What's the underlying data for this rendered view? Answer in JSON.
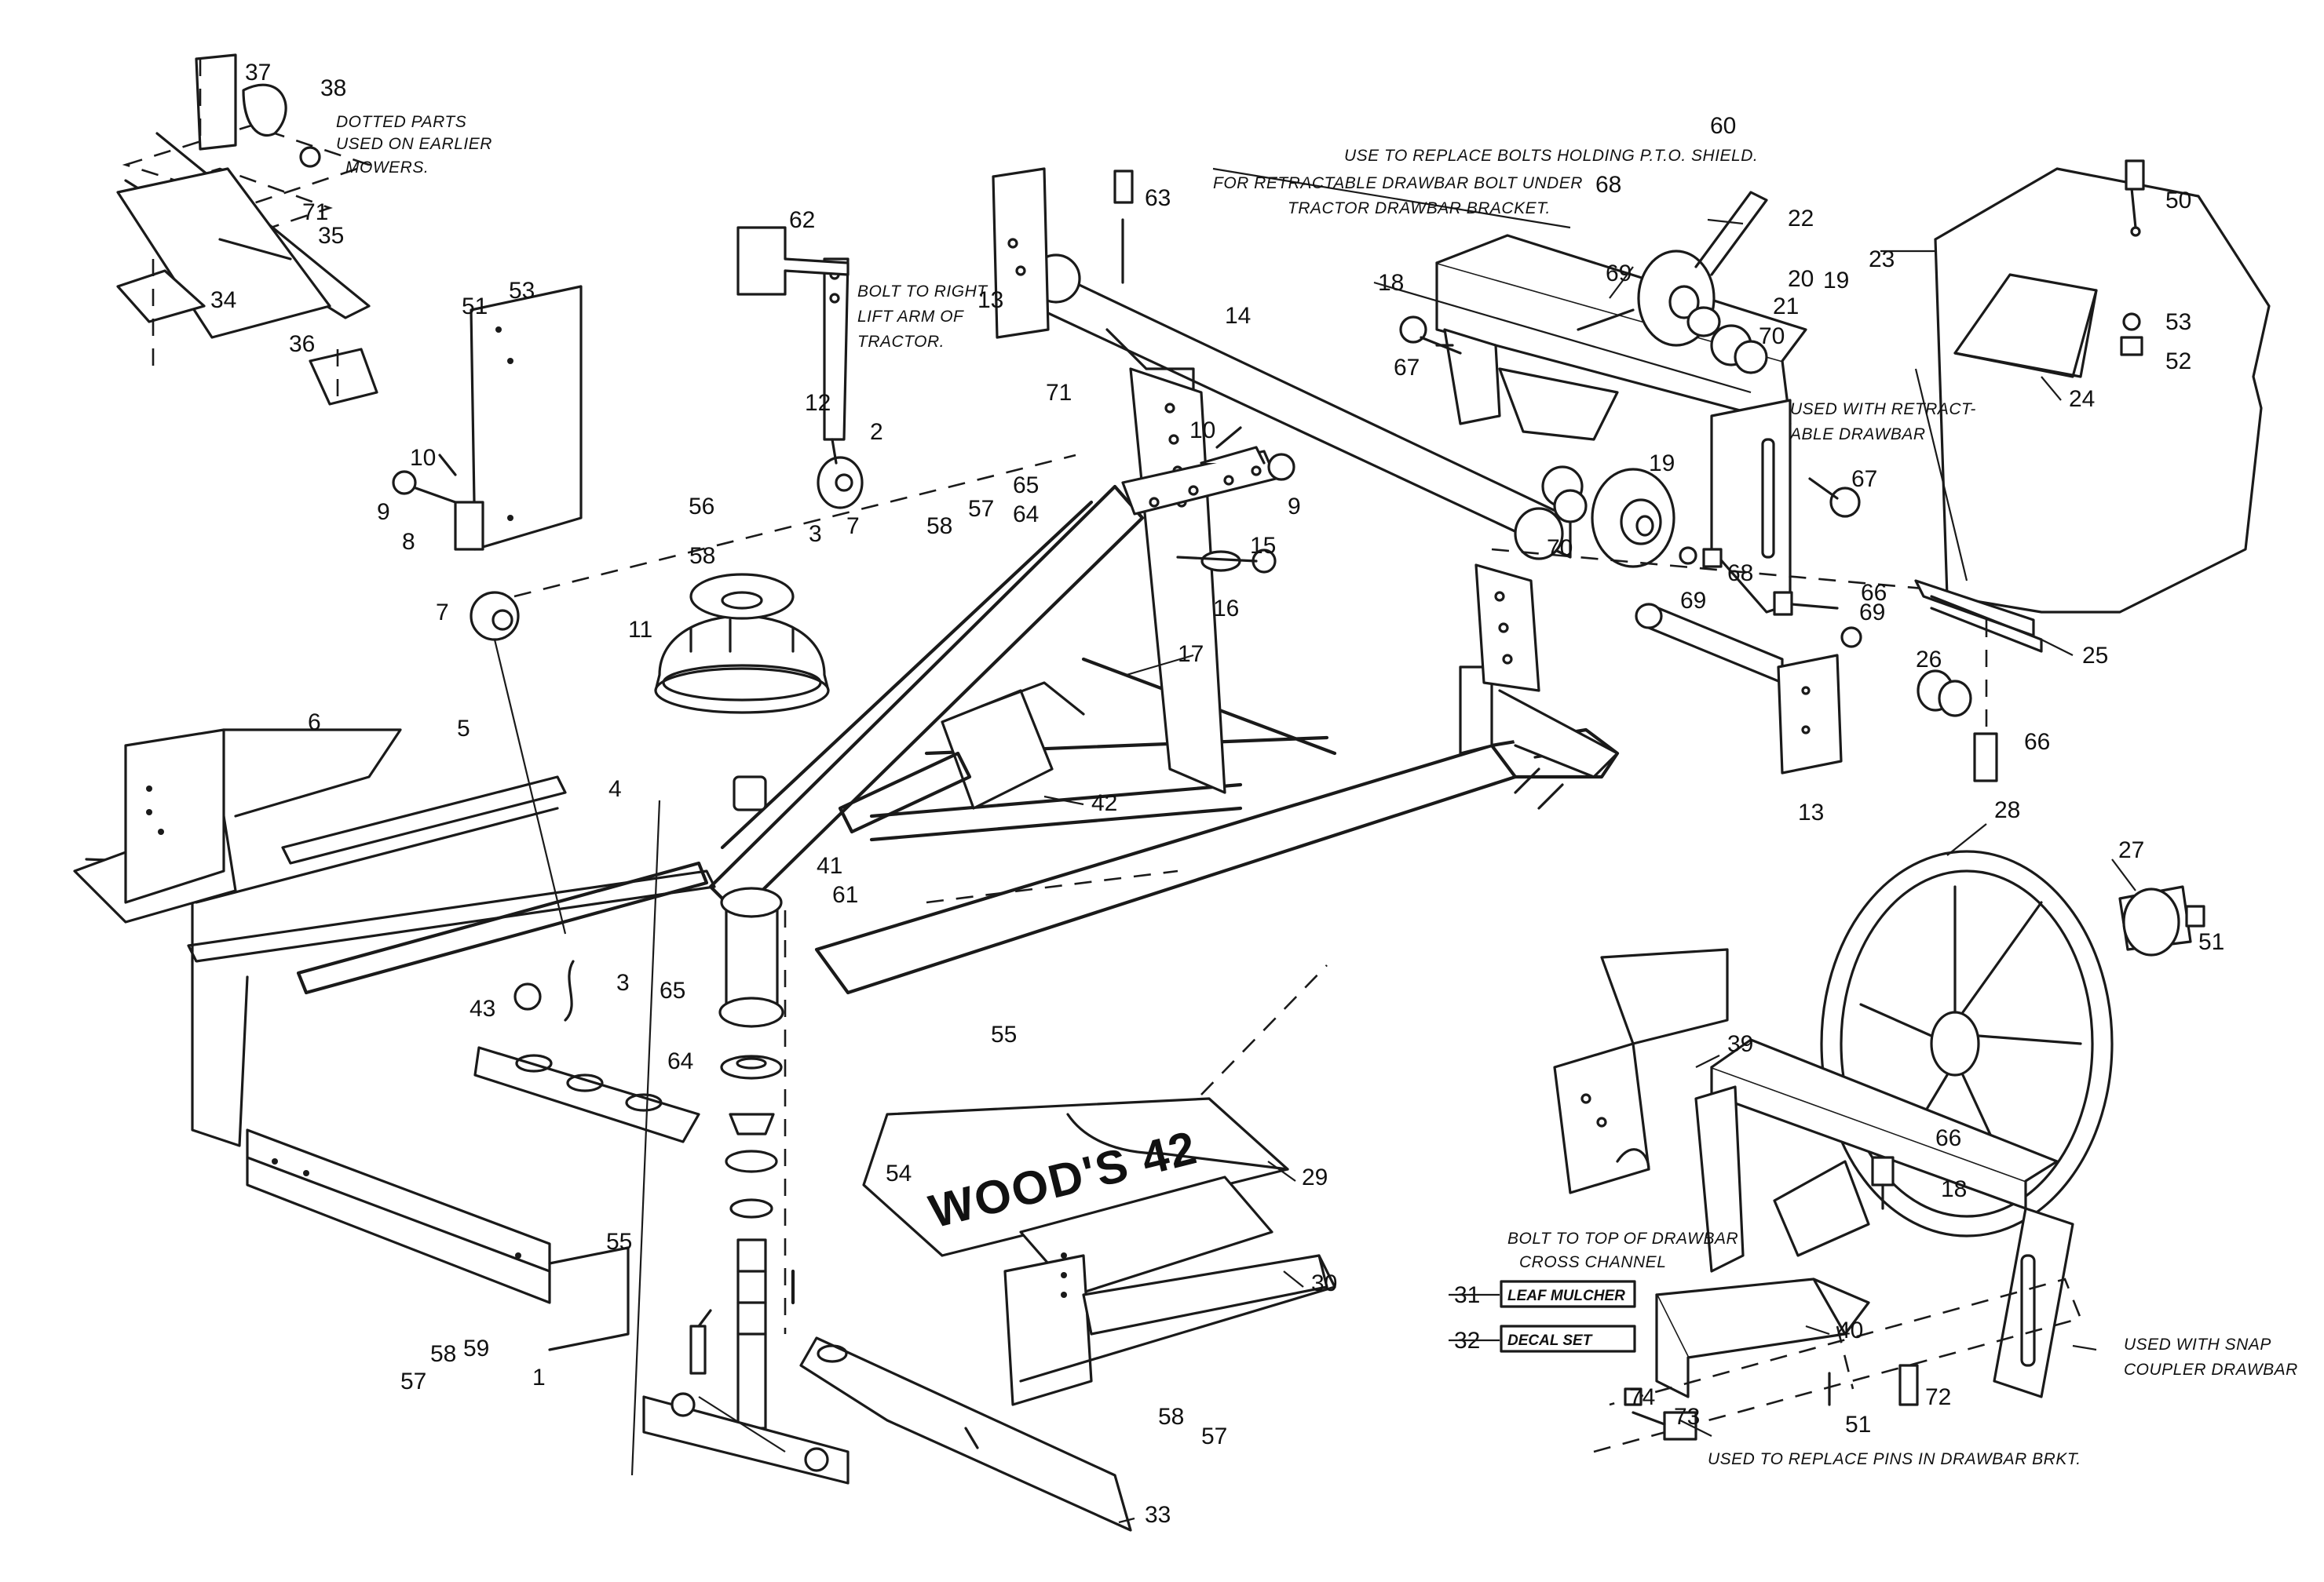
{
  "notes": {
    "dotted_parts": [
      "DOTTED PARTS",
      "USED ON EARLIER",
      "MOWERS."
    ],
    "replace_bolts": "USE TO REPLACE BOLTS HOLDING P.T.O. SHIELD.",
    "retractable_bolt": [
      "FOR RETRACTABLE DRAWBAR BOLT UNDER",
      "TRACTOR DRAWBAR BRACKET."
    ],
    "bolt_right_lift": [
      "BOLT TO RIGHT",
      "LIFT ARM OF",
      "TRACTOR."
    ],
    "used_retractable": [
      "USED WITH RETRACT-",
      "ABLE DRAWBAR"
    ],
    "bolt_top_drawbar": [
      "BOLT TO TOP OF DRAWBAR",
      "CROSS CHANNEL"
    ],
    "leaf_mulcher": "LEAF MULCHER",
    "decal_set": "DECAL SET",
    "replace_pins": "USED TO REPLACE PINS IN DRAWBAR BRKT.",
    "snap_coupler": [
      "USED WITH SNAP",
      "COUPLER DRAWBAR"
    ]
  },
  "decal_text": "WOOD'S 42",
  "callouts": {
    "c1": "1",
    "c2": "2",
    "c3a": "3",
    "c3b": "3",
    "c4": "4",
    "c5": "5",
    "c6": "6",
    "c7a": "7",
    "c7b": "7",
    "c8": "8",
    "c9a": "9",
    "c9b": "9",
    "c10a": "10",
    "c10b": "10",
    "c11": "11",
    "c12": "12",
    "c13a": "13",
    "c13b": "13",
    "c14": "14",
    "c15": "15",
    "c16": "16",
    "c17": "17",
    "c18a": "18",
    "c18b": "18",
    "c19a": "19",
    "c19b": "19",
    "c20": "20",
    "c21": "21",
    "c22": "22",
    "c23": "23",
    "c24": "24",
    "c25": "25",
    "c26": "26",
    "c27": "27",
    "c28": "28",
    "c29": "29",
    "c30": "30",
    "c31": "31",
    "c32": "32",
    "c33": "33",
    "c34": "34",
    "c35": "35",
    "c36": "36",
    "c37": "37",
    "c38": "38",
    "c39": "39",
    "c40": "40",
    "c41": "41",
    "c42": "42",
    "c43": "43",
    "c50": "50",
    "c51a": "51",
    "c51b": "51",
    "c51c": "51",
    "c52": "52",
    "c53a": "53",
    "c53b": "53",
    "c54": "54",
    "c55a": "55",
    "c55b": "55",
    "c56": "56",
    "c57a": "57",
    "c57b": "57",
    "c57c": "57",
    "c58a": "58",
    "c58b": "58",
    "c58c": "58",
    "c58d": "58",
    "c59": "59",
    "c60": "60",
    "c61": "61",
    "c62": "62",
    "c63": "63",
    "c64a": "64",
    "c64b": "64",
    "c65a": "65",
    "c65b": "65",
    "c66a": "66",
    "c66b": "66",
    "c66c": "66",
    "c67a": "67",
    "c67b": "67",
    "c68a": "68",
    "c68b": "68",
    "c69a": "69",
    "c69b": "69",
    "c69c": "69",
    "c70a": "70",
    "c70b": "70",
    "c71a": "71",
    "c71b": "71",
    "c72": "72",
    "c73": "73",
    "c74": "74"
  }
}
